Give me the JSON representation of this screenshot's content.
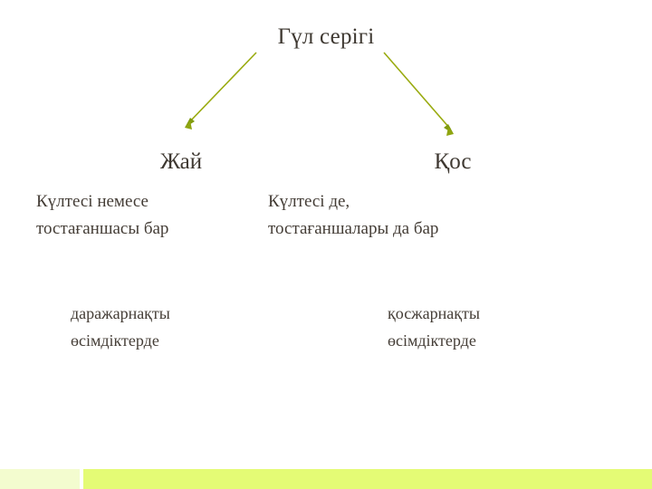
{
  "slide": {
    "title": "Гүл серігі",
    "background_color": "#ffffff",
    "text_color": "#3e3831",
    "arrow_color": "#9aab11"
  },
  "branches": {
    "left": {
      "heading": "Жай",
      "description_lines": [
        "Күлтесі немесе",
        "тостағаншасы бар"
      ],
      "plant_group_lines": [
        "даражарнақты",
        "өсімдіктерде"
      ]
    },
    "right": {
      "heading": "Қос",
      "description_lines": [
        "Күлтесі де,",
        "тостағаншалары да бар"
      ],
      "plant_group_lines": [
        "қосжарнақты",
        "өсімдіктерде"
      ]
    }
  },
  "arrows": {
    "left_arrow_label": "arrow-to-left-branch",
    "right_arrow_label": "arrow-to-right-branch"
  },
  "footer": {
    "accent_color_pale": "#f3fccf",
    "accent_color_bright": "#e4fb75"
  }
}
